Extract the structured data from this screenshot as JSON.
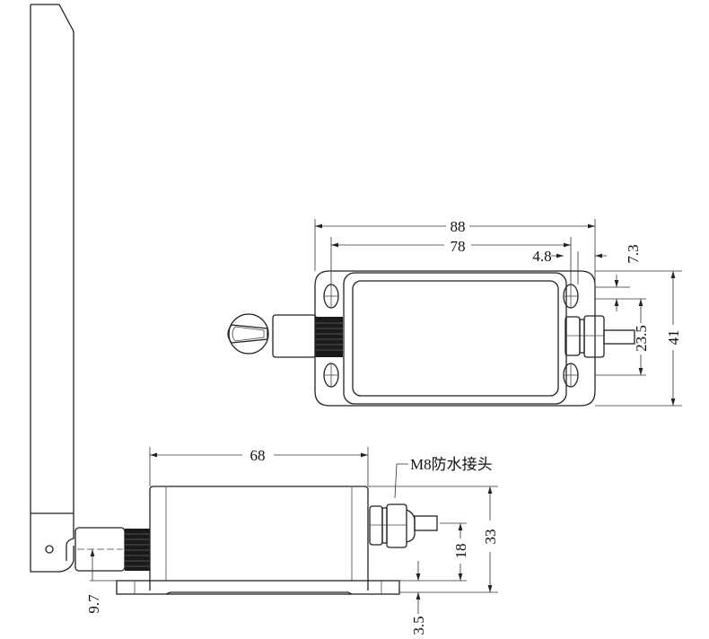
{
  "top_view": {
    "dim_overall_length": "88",
    "dim_hole_spacing": "78",
    "dim_hole_offset_x": "4.8",
    "dim_hole_offset_y": "7.3",
    "dim_hole_spacing_y": "23.5",
    "dim_overall_width": "41"
  },
  "side_view": {
    "dim_body_length": "68",
    "connector_label": "M8防水接头",
    "dim_height": "33",
    "dim_gland_height": "18",
    "dim_connector_height": "9.7",
    "dim_flange_thickness": "3.5"
  },
  "colors": {
    "line": "#222222",
    "background": "#ffffff"
  }
}
